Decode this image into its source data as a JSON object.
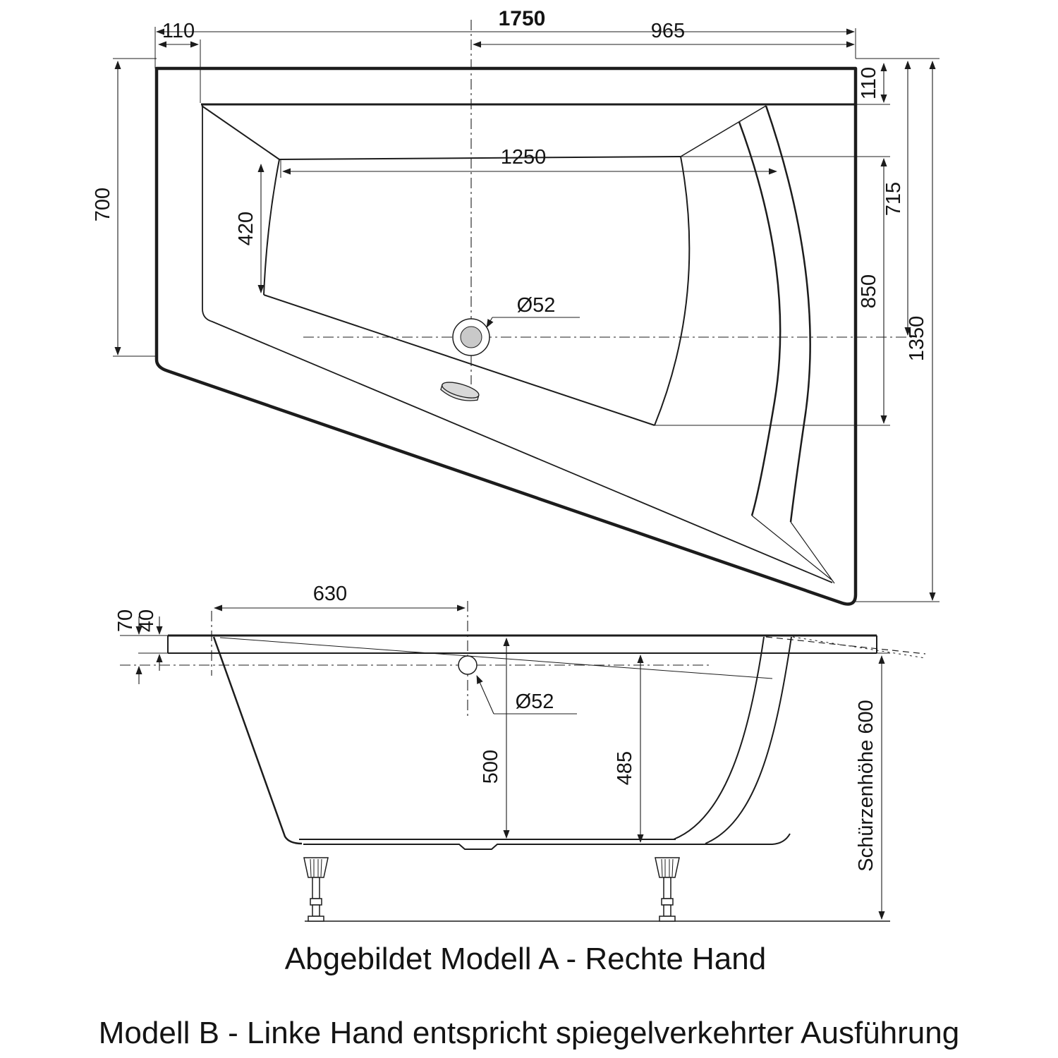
{
  "drawing_type": "bathtub technical dimension drawing",
  "top_view": {
    "total_width": "1750",
    "offset_left": "110",
    "center_to_right_edge": "965",
    "offset_right": "110",
    "side_height_left": "700",
    "inner_length": "1250",
    "inner_width_left": "420",
    "drain_diameter": "Ø52",
    "inner_right_upper": "715",
    "inner_right_lower": "850",
    "total_height": "1350"
  },
  "side_view": {
    "drain_offset_from_wall": "630",
    "rim_edge_height": "70",
    "deck_thickness": "40",
    "drain_diameter": "Ø52",
    "depth_center": "500",
    "depth_rear": "485",
    "apron_height_label": "Schürzenhöhe 600"
  },
  "captions": {
    "model_a": "Abgebildet Modell A - Rechte Hand",
    "model_b": "Modell B - Linke Hand entspricht spiegelverkehrter Ausführung"
  },
  "colors": {
    "background": "#ffffff",
    "line": "#1c1c1c",
    "drain_fill": "#c9c9c9",
    "overflow_fill": "#d8d8d8"
  }
}
